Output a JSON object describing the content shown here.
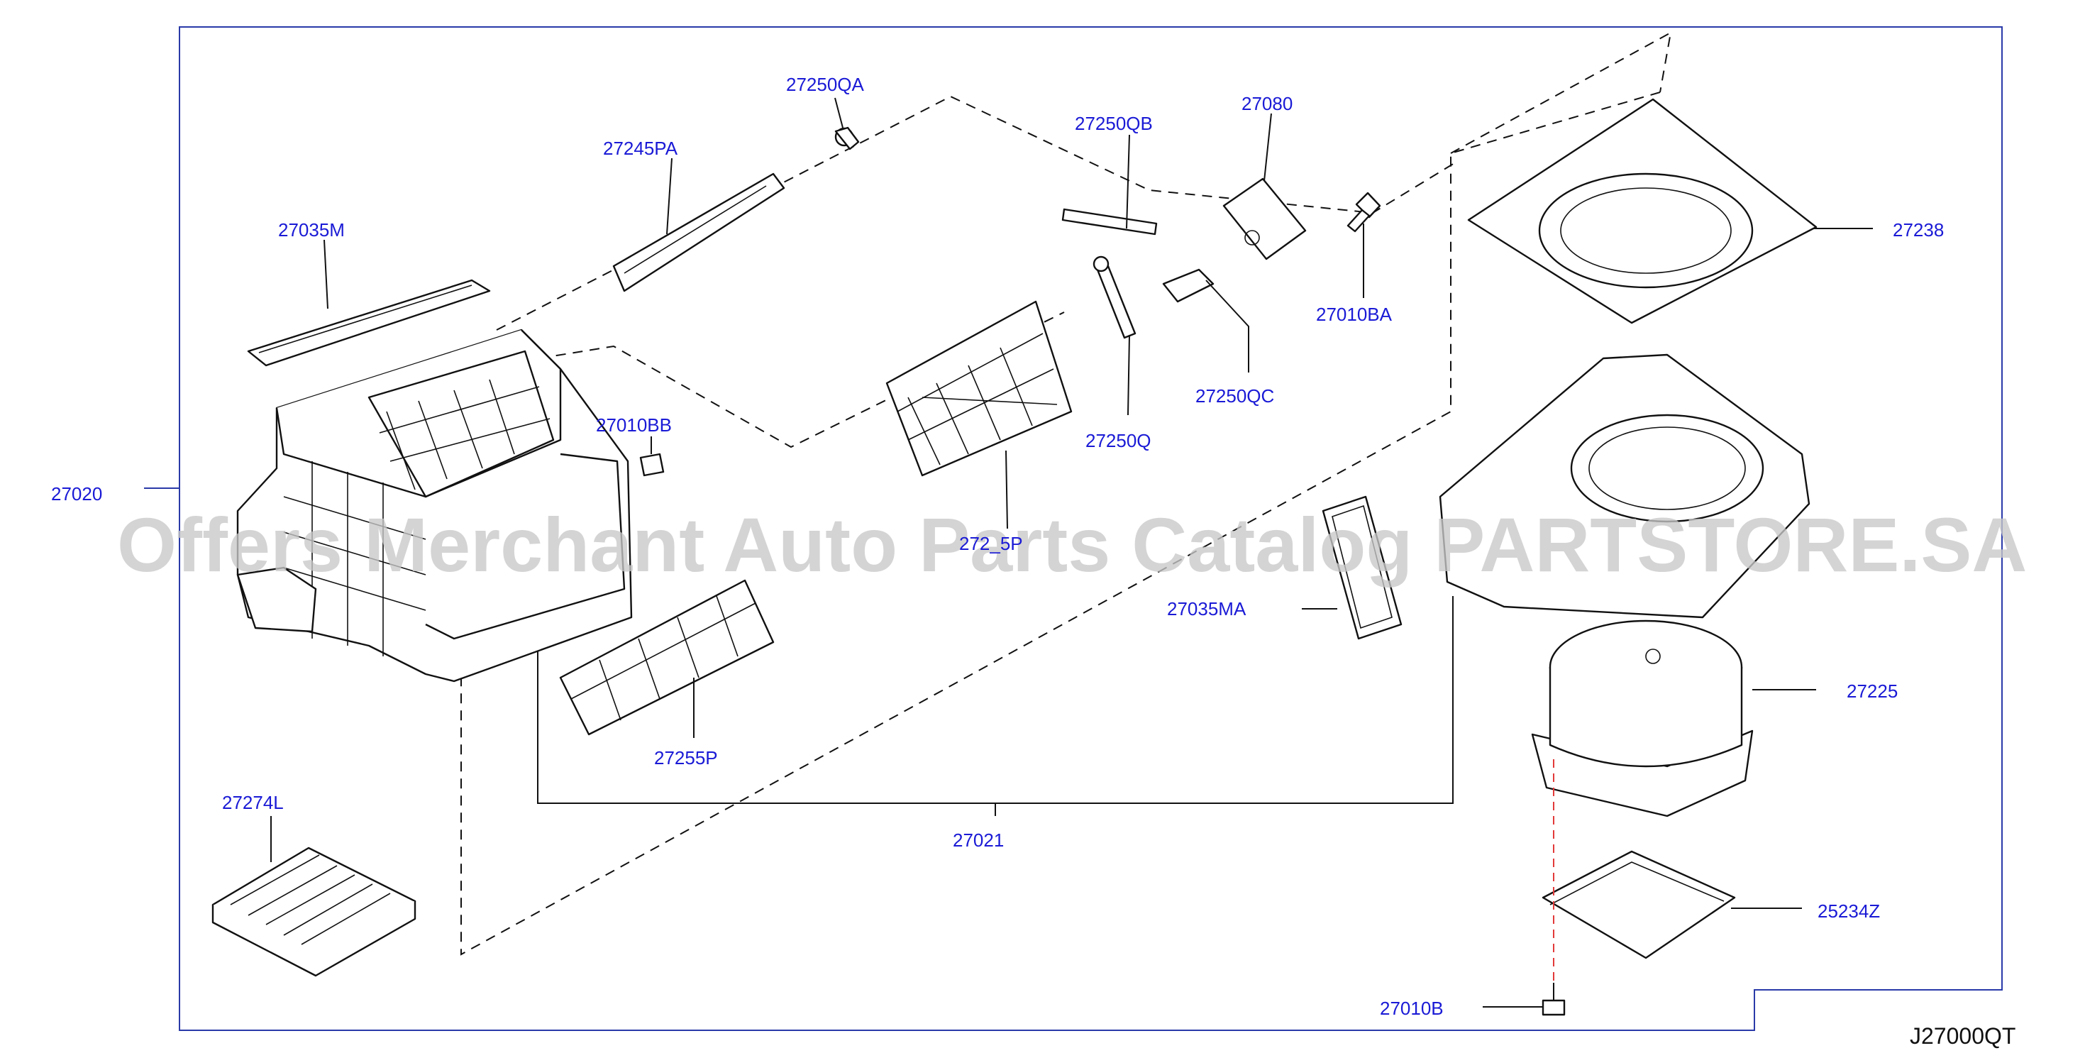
{
  "diagram_code": "J27000QT",
  "watermark": "Offers Merchant Auto Parts Catalog PARTSTORE.SA",
  "colors": {
    "label": "#1a1ad6",
    "frame": "#2a3aa8",
    "line": "#111111",
    "alignment_line": "#e23a3a"
  },
  "labels": {
    "p27020": "27020",
    "p27035M": "27035M",
    "p27245PA": "27245PA",
    "p27250QA": "27250QA",
    "p27250QB": "27250QB",
    "p27080": "27080",
    "p27238": "27238",
    "p27010BA": "27010BA",
    "p27250QC": "27250QC",
    "p27250Q": "27250Q",
    "p27010BB": "27010BB",
    "p272_5P": "272_5P",
    "p27035MA": "27035MA",
    "p27225": "27225",
    "p27255P": "27255P",
    "p27274L": "27274L",
    "p27021": "27021",
    "p25234Z": "25234Z",
    "p27010B": "27010B"
  },
  "parts": [
    "heater-unit-case",
    "case-gasket-seal",
    "intake-door-lever",
    "door-link-clip",
    "link-rod",
    "intake-door-actuator",
    "intake-duct-cover",
    "actuator-screw",
    "link-clip",
    "door-lever-arm",
    "case-clip",
    "air-intake-grille",
    "intake-seal",
    "blower-motor-fan",
    "lower-grille",
    "air-filter-element",
    "blower-case",
    "fan-control-amp",
    "mounting-screw"
  ]
}
